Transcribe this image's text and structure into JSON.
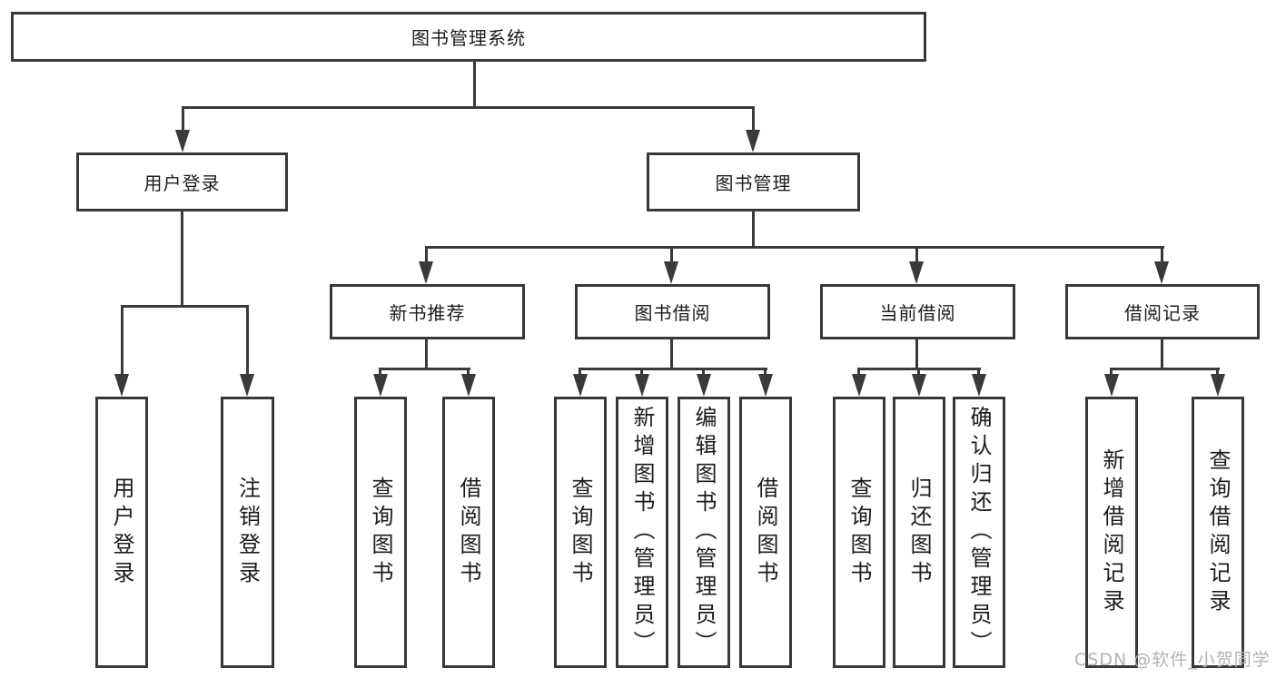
{
  "diagram": {
    "type": "tree",
    "title": "图书管理系统",
    "colors": {
      "background": "#ffffff",
      "line": "#3a3a3a",
      "box_border": "#383838",
      "text": "#1c1c1c",
      "watermark": "#b3b3b3"
    },
    "tree": {
      "label": "图书管理系统",
      "children": [
        {
          "label": "用户登录",
          "children": [
            {
              "label": "用户登录"
            },
            {
              "label": "注销登录"
            }
          ]
        },
        {
          "label": "图书管理",
          "children": [
            {
              "label": "新书推荐",
              "children": [
                {
                  "label": "查询图书"
                },
                {
                  "label": "借阅图书"
                }
              ]
            },
            {
              "label": "图书借阅",
              "children": [
                {
                  "label": "查询图书"
                },
                {
                  "label": "新增图书（管理员）"
                },
                {
                  "label": "编辑图书（管理员）"
                },
                {
                  "label": "借阅图书"
                }
              ]
            },
            {
              "label": "当前借阅",
              "children": [
                {
                  "label": "查询图书"
                },
                {
                  "label": "归还图书"
                },
                {
                  "label": "确认归还（管理员）"
                }
              ]
            },
            {
              "label": "借阅记录",
              "children": [
                {
                  "label": "新增借阅记录"
                },
                {
                  "label": "查询借阅记录"
                }
              ]
            }
          ]
        }
      ]
    },
    "watermark": "CSDN @软件_小贺同学"
  }
}
